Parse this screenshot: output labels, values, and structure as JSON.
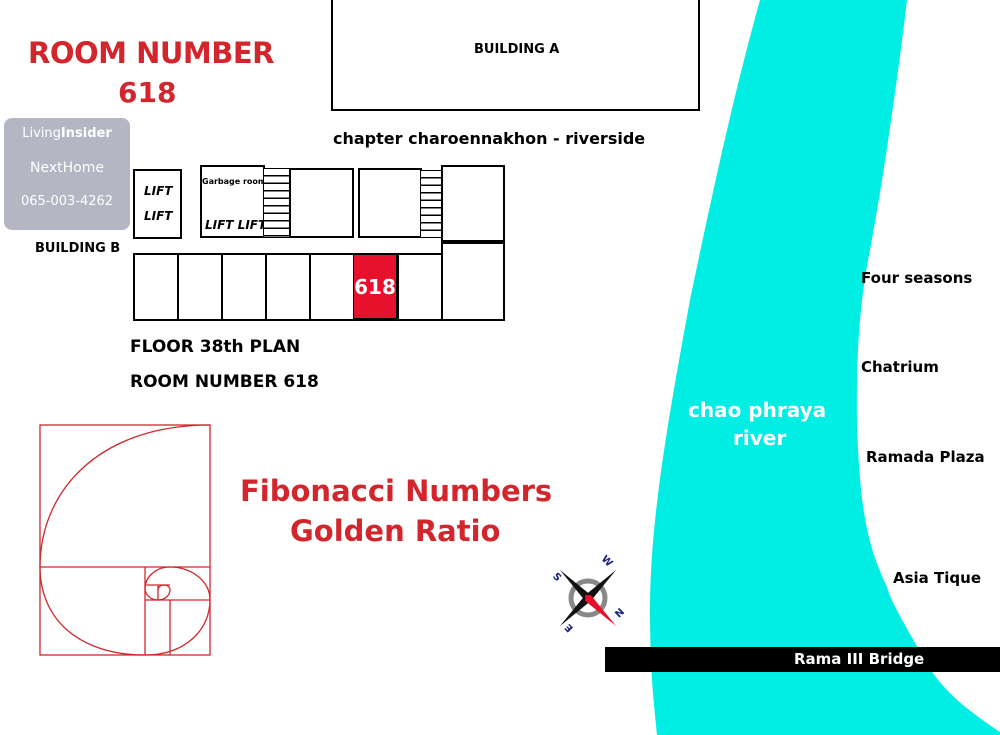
{
  "watermark": {
    "brand_a": "Living",
    "brand_b": "Insider",
    "line2": "NextHome",
    "phone": "065-003-4262"
  },
  "title": {
    "line1": "ROOM NUMBER",
    "line2": "618"
  },
  "building_a": "BUILDING A",
  "project_name": "chapter charoennakhon - riverside",
  "building_b": "BUILDING B",
  "plan": {
    "garbage_room": "Garbage room",
    "lift": "LIFT",
    "lift_pair": "LIFT LIFT",
    "highlight_room": "618",
    "highlight_color": "#e8112d"
  },
  "floor_label": "FLOOR 38th  PLAN",
  "room_label": "ROOM NUMBER 618",
  "fibonacci": {
    "line1": "Fibonacci Numbers",
    "line2": "Golden Ratio"
  },
  "river": {
    "name_line1": "chao phraya",
    "name_line2": "river",
    "color": "#00eee4"
  },
  "landmarks": [
    "Four seasons",
    "Chatrium",
    "Ramada Plaza",
    "Asia Tique"
  ],
  "bridge": "Rama III Bridge",
  "compass": {
    "n": "N",
    "s": "S",
    "e": "E",
    "w": "W"
  }
}
